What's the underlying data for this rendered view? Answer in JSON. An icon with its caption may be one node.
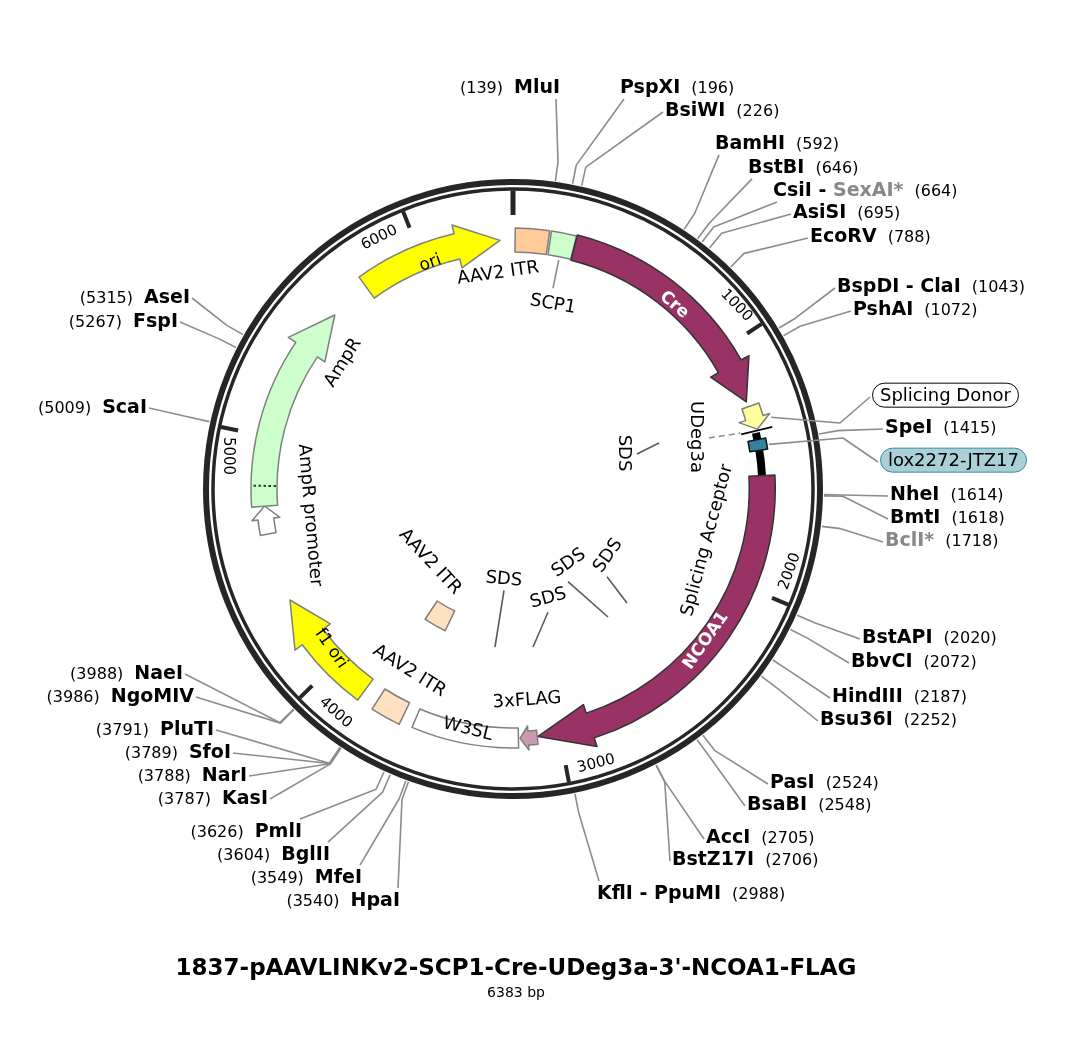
{
  "diagram": {
    "title": "1837-pAAVLINKv2-SCP1-Cre-UDeg3a-3'-NCOA1-FLAG",
    "caption": "6383 bp",
    "nodes": [
      {
        "text": [
          "(139)",
          "MluI"
        ]
      },
      {
        "text": [
          "PspXI",
          "(196)"
        ]
      },
      {
        "text": [
          "BsiWI",
          "(226)"
        ]
      },
      {
        "text": [
          "BamHI",
          "(592)"
        ]
      },
      {
        "text": [
          "BstBI",
          "(646)"
        ]
      },
      {
        "text": [
          "CsiI - SexAI*",
          "(664)"
        ]
      },
      {
        "text": [
          "AsiSI",
          "(695)"
        ]
      },
      {
        "text": [
          "EcoRV",
          "(788)"
        ]
      },
      {
        "text": [
          "BspDI - ClaI",
          "(1043)"
        ]
      },
      {
        "text": [
          "PshAI",
          "(1072)"
        ]
      },
      {
        "text": [
          "Splicing Donor"
        ]
      },
      {
        "text": [
          "SpeI",
          "(1415)"
        ]
      },
      {
        "text": [
          "lox2272-JTZ17"
        ]
      },
      {
        "text": [
          "NheI",
          "(1614)"
        ]
      },
      {
        "text": [
          "BmtI",
          "(1618)"
        ]
      },
      {
        "text": [
          "BclI*",
          "(1718)"
        ]
      },
      {
        "text": [
          "BstAPI",
          "(2020)"
        ]
      },
      {
        "text": [
          "BbvCI",
          "(2072)"
        ]
      },
      {
        "text": [
          "HindIII",
          "(2187)"
        ]
      },
      {
        "text": [
          "Bsu36I",
          "(2252)"
        ]
      },
      {
        "text": [
          "PasI",
          "(2524)"
        ]
      },
      {
        "text": [
          "BsaBI",
          "(2548)"
        ]
      },
      {
        "text": [
          "AccI",
          "(2705)"
        ]
      },
      {
        "text": [
          "BstZ17I",
          "(2706)"
        ]
      },
      {
        "text": [
          "KflI - PpuMI",
          "(2988)"
        ]
      },
      {
        "text": [
          "(3540)",
          "HpaI"
        ]
      },
      {
        "text": [
          "(3549)",
          "MfeI"
        ]
      },
      {
        "text": [
          "(3604)",
          "BglII"
        ]
      },
      {
        "text": [
          "(3626)",
          "PmlI"
        ]
      },
      {
        "text": [
          "(3787)",
          "KasI"
        ]
      },
      {
        "text": [
          "(3788)",
          "NarI"
        ]
      },
      {
        "text": [
          "(3789)",
          "SfoI"
        ]
      },
      {
        "text": [
          "(3791)",
          "PluTI"
        ]
      },
      {
        "text": [
          "(3986)",
          "NgoMIV"
        ]
      },
      {
        "text": [
          "(3988)",
          "NaeI"
        ]
      },
      {
        "text": [
          "(5009)",
          "ScaI"
        ]
      },
      {
        "text": [
          "(5267)",
          "FspI"
        ]
      },
      {
        "text": [
          "(5315)",
          "AseI"
        ]
      },
      {
        "text": [
          "AAV2 ITR"
        ]
      },
      {
        "text": [],
        "shape": "box"
      },
      {
        "text": [
          "SCP1"
        ]
      },
      {
        "text": [
          "Cre"
        ]
      },
      {
        "text": [],
        "shape": "pentagon"
      },
      {
        "text": [],
        "shape": "bar"
      },
      {
        "text": [],
        "shape": "box"
      },
      {
        "text": [],
        "shape": "bar"
      },
      {
        "text": [
          "UDeg3a"
        ]
      },
      {
        "text": [
          "SDS"
        ]
      },
      {
        "text": [
          "NCOA1"
        ]
      },
      {
        "text": [
          "3xFLAG"
        ]
      },
      {
        "text": [
          "W3SL"
        ]
      },
      {
        "text": [
          "AAV2 ITR"
        ]
      },
      {
        "text": [
          "f1 ori"
        ]
      },
      {
        "text": [
          "AmpR promoter"
        ]
      },
      {
        "text": [
          "AmpR"
        ]
      },
      {
        "text": [
          "ori"
        ]
      },
      {
        "text": [
          "AAV2 ITR"
        ]
      },
      {
        "text": [
          "SDS"
        ]
      },
      {
        "text": [
          "SDS"
        ]
      },
      {
        "text": [
          "SDS"
        ]
      },
      {
        "text": [
          "SDS"
        ]
      }
    ],
    "edges": [
      {
        "from": 0,
        "to": null,
        "arrow": "none"
      },
      {
        "from": 1,
        "to": null,
        "arrow": "none"
      },
      {
        "from": 2,
        "to": null,
        "arrow": "none"
      },
      {
        "from": 3,
        "to": null,
        "arrow": "none"
      },
      {
        "from": 4,
        "to": null,
        "arrow": "none"
      },
      {
        "from": 5,
        "to": null,
        "arrow": "none"
      },
      {
        "from": 6,
        "to": null,
        "arrow": "none"
      },
      {
        "from": 7,
        "to": null,
        "arrow": "none"
      },
      {
        "from": 8,
        "to": null,
        "arrow": "none"
      },
      {
        "from": 9,
        "to": null,
        "arrow": "none"
      },
      {
        "from": 10,
        "to": 42,
        "arrow": "none"
      },
      {
        "from": 11,
        "to": null,
        "arrow": "none"
      },
      {
        "from": 12,
        "to": 44,
        "arrow": "none"
      },
      {
        "from": 13,
        "to": null,
        "arrow": "none"
      },
      {
        "from": 14,
        "to": null,
        "arrow": "none"
      },
      {
        "from": 15,
        "to": null,
        "arrow": "none"
      },
      {
        "from": 16,
        "to": null,
        "arrow": "none"
      },
      {
        "from": 17,
        "to": null,
        "arrow": "none"
      },
      {
        "from": 18,
        "to": null,
        "arrow": "none"
      },
      {
        "from": 19,
        "to": null,
        "arrow": "none"
      },
      {
        "from": 20,
        "to": null,
        "arrow": "none"
      },
      {
        "from": 21,
        "to": null,
        "arrow": "none"
      },
      {
        "from": 22,
        "to": null,
        "arrow": "none"
      },
      {
        "from": 23,
        "to": null,
        "arrow": "none"
      },
      {
        "from": 24,
        "to": null,
        "arrow": "none"
      },
      {
        "from": 25,
        "to": null,
        "arrow": "none"
      },
      {
        "from": 26,
        "to": null,
        "arrow": "none"
      },
      {
        "from": 27,
        "to": null,
        "arrow": "none"
      },
      {
        "from": 28,
        "to": null,
        "arrow": "none"
      },
      {
        "from": 29,
        "to": null,
        "arrow": "none"
      },
      {
        "from": 30,
        "to": null,
        "arrow": "none"
      },
      {
        "from": 31,
        "to": null,
        "arrow": "none"
      },
      {
        "from": 32,
        "to": null,
        "arrow": "none"
      },
      {
        "from": 33,
        "to": null,
        "arrow": "none"
      },
      {
        "from": 34,
        "to": null,
        "arrow": "none"
      },
      {
        "from": 35,
        "to": null,
        "arrow": "none"
      },
      {
        "from": 36,
        "to": null,
        "arrow": "none"
      },
      {
        "from": 37,
        "to": null,
        "arrow": "none"
      },
      {
        "from": 40,
        "to": 39,
        "arrow": "none"
      },
      {
        "from": 46,
        "to": 43,
        "arrow": "none",
        "style": "dashed"
      },
      {
        "from": 47,
        "to": null,
        "arrow": "none",
        "color": "#595959"
      },
      {
        "from": 57,
        "to": null,
        "arrow": "none",
        "color": "#595959"
      },
      {
        "from": 58,
        "to": null,
        "arrow": "none",
        "color": "#595959"
      },
      {
        "from": 59,
        "to": null,
        "arrow": "none",
        "color": "#595959"
      },
      {
        "from": 60,
        "to": null,
        "arrow": "none",
        "color": "#595959"
      }
    ],
    "labels": [
      "6000",
      "1000",
      "5000",
      "Splicing Acceptor",
      "2000",
      "4000",
      "3000"
    ]
  }
}
